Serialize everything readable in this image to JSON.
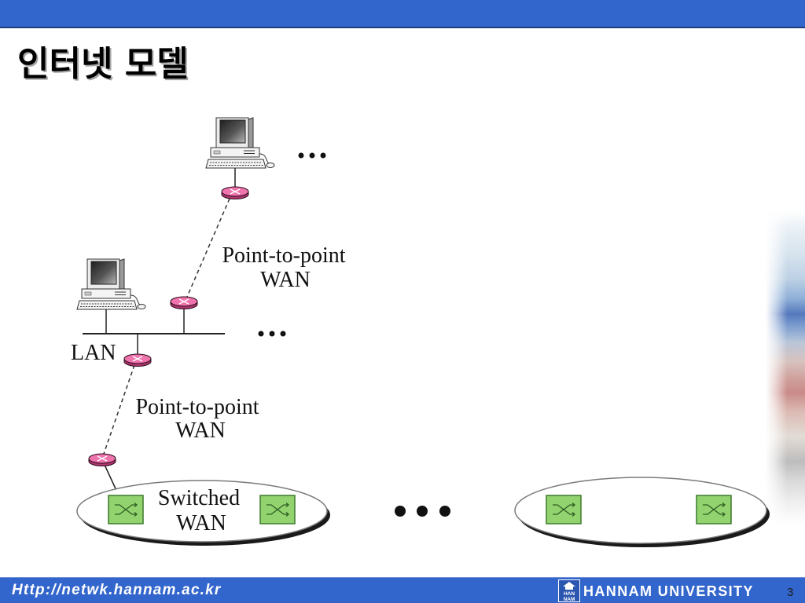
{
  "slide": {
    "title": "인터넷 모델",
    "page_number": "3"
  },
  "diagram": {
    "point_to_point_links": [
      {
        "line1": "Point-to-point",
        "line2": "WAN"
      },
      {
        "line1": "Point-to-point",
        "line2": "WAN"
      }
    ],
    "lan_label": "LAN",
    "switched_wan": {
      "line1": "Switched",
      "line2": "WAN"
    },
    "icons": {
      "host": "computer-icon",
      "router": "router-icon",
      "switch": "switch-icon"
    }
  },
  "footer": {
    "url": "Http://netwk.hannam.ac.kr",
    "university": "HANNAM UNIVERSITY",
    "logo_lettering": [
      "HAN",
      "NAM"
    ]
  },
  "theme": {
    "bar_color": "#3366cc",
    "title_shadow": "#a6a6a6",
    "router_top": "#ef74ad",
    "router_side": "#b0366f",
    "switch_fill": "#92d36f"
  }
}
